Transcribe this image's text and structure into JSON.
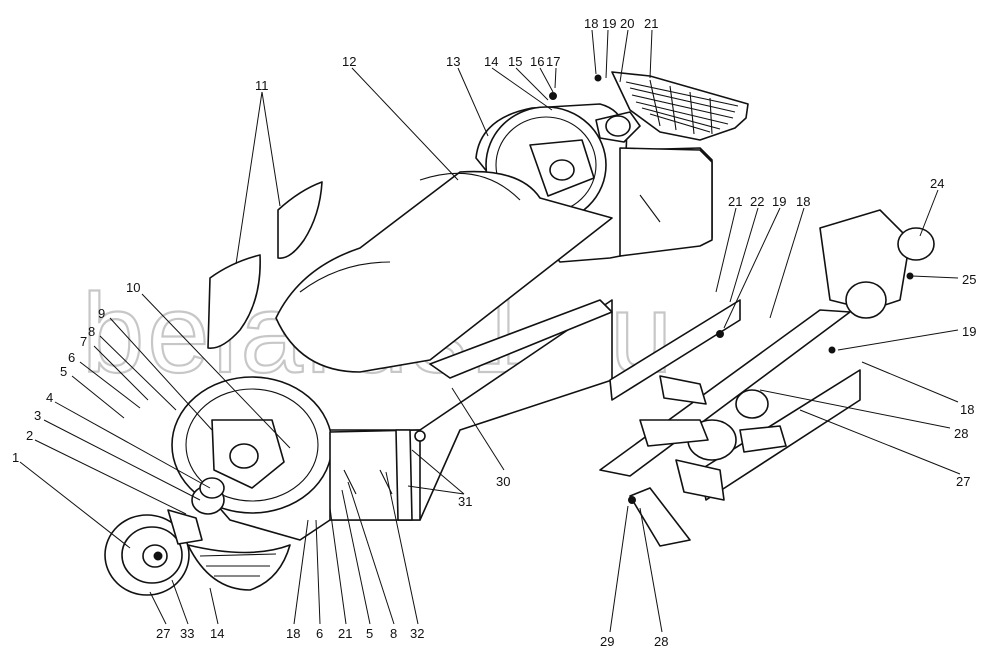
{
  "watermark": "belarus1.ru",
  "callouts": [
    {
      "id": "c1",
      "text": "1"
    },
    {
      "id": "c2",
      "text": "2"
    },
    {
      "id": "c3",
      "text": "3"
    },
    {
      "id": "c4",
      "text": "4"
    },
    {
      "id": "c5",
      "text": "5"
    },
    {
      "id": "c6",
      "text": "6"
    },
    {
      "id": "c7",
      "text": "7"
    },
    {
      "id": "c8",
      "text": "8"
    },
    {
      "id": "c9",
      "text": "9"
    },
    {
      "id": "c10",
      "text": "10"
    },
    {
      "id": "c11",
      "text": "11"
    },
    {
      "id": "c12",
      "text": "12"
    },
    {
      "id": "c13",
      "text": "13"
    },
    {
      "id": "c14t",
      "text": "14"
    },
    {
      "id": "c15",
      "text": "15"
    },
    {
      "id": "c16",
      "text": "16"
    },
    {
      "id": "c17",
      "text": "17"
    },
    {
      "id": "c18t",
      "text": "18"
    },
    {
      "id": "c19t",
      "text": "19"
    },
    {
      "id": "c20",
      "text": "20"
    },
    {
      "id": "c21t",
      "text": "21"
    },
    {
      "id": "c21m",
      "text": "21"
    },
    {
      "id": "c22",
      "text": "22"
    },
    {
      "id": "c19m",
      "text": "19"
    },
    {
      "id": "c18m",
      "text": "18"
    },
    {
      "id": "c24",
      "text": "24"
    },
    {
      "id": "c25",
      "text": "25"
    },
    {
      "id": "c19r",
      "text": "19"
    },
    {
      "id": "c18r",
      "text": "18"
    },
    {
      "id": "c28r",
      "text": "28"
    },
    {
      "id": "c27r",
      "text": "27"
    },
    {
      "id": "c29",
      "text": "29"
    },
    {
      "id": "c28b",
      "text": "28"
    },
    {
      "id": "c30",
      "text": "30"
    },
    {
      "id": "c31",
      "text": "31"
    },
    {
      "id": "c27b",
      "text": "27"
    },
    {
      "id": "c33",
      "text": "33"
    },
    {
      "id": "c14b",
      "text": "14"
    },
    {
      "id": "c18b",
      "text": "18"
    },
    {
      "id": "c6b",
      "text": "6"
    },
    {
      "id": "c21b",
      "text": "21"
    },
    {
      "id": "c5b",
      "text": "5"
    },
    {
      "id": "c8b",
      "text": "8"
    },
    {
      "id": "c32",
      "text": "32"
    }
  ]
}
